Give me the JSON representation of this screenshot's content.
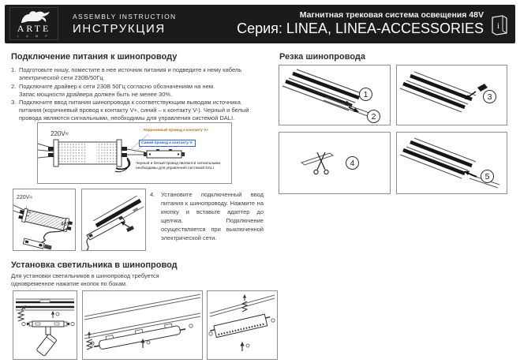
{
  "header": {
    "brand": {
      "name": "ARTE",
      "sub": "L A M P"
    },
    "title_en": "ASSEMBLY  INSTRUCTION",
    "title_ru": "ИНСТРУКЦИЯ",
    "product_system": "Магнитная трековая система освещения 48V",
    "product_series": "Серия: LINEA, LINEA-ACCESSORIES",
    "manual_icon_letter": "i"
  },
  "colors": {
    "header_bg": "#1b1b1b",
    "accent_brown": "#bd6b1e",
    "accent_blue": "#2a66cc"
  },
  "power_section": {
    "title": "Подключение питания к шинопроводу",
    "steps": [
      {
        "num": "1.",
        "line1": "Подготовьте нишу, поместите в нее источник питания и подведите к нему кабель",
        "line2": "электрической сети 230В/50Гц"
      },
      {
        "num": "2.",
        "line1": "Подключите драйвер к сети 230В 50Гц согласно обозначениям на нем.",
        "line2": "Запас мощности драйвера должен быть не менее 30%."
      },
      {
        "num": "3.",
        "line1": "Подключите ввод питания шинопровода к соответствующим выводам источника",
        "line2": "питания (коричневый провод к контакту V+, синий – к контакту V-). Черный и белый",
        "line3": "провода являются сигнальными, необходимы для управления системой DALI."
      }
    ],
    "diagram": {
      "voltage": "220V≈",
      "label_brown": "Коричневый провод к контакту V+",
      "label_blue": "Синий провод к контакту V-",
      "label_signal_1": "Черный и белый провод являются сигнальными,",
      "label_signal_2": "необходимы для управления системой DALI"
    },
    "driver_box": {
      "voltage": "220V≈",
      "l": "L",
      "n": "N",
      "output": "48V"
    },
    "step4": {
      "num": "4.",
      "text": "Установите подключенный ввод питания к шинопроводу. Нажмите на кнопку и вставьте адаптер до щелчка. Подключение осуществляется при выключенной электрической сети."
    }
  },
  "cutting_section": {
    "title": "Резка шинопровода",
    "badges": [
      "1",
      "2",
      "3",
      "4",
      "5"
    ]
  },
  "install_section": {
    "title": "Установка светильника в шинопровод",
    "line1": "Для установки светильников в шинопровод требуется",
    "line2": "одновременное нажатие кнопок по бокам."
  }
}
